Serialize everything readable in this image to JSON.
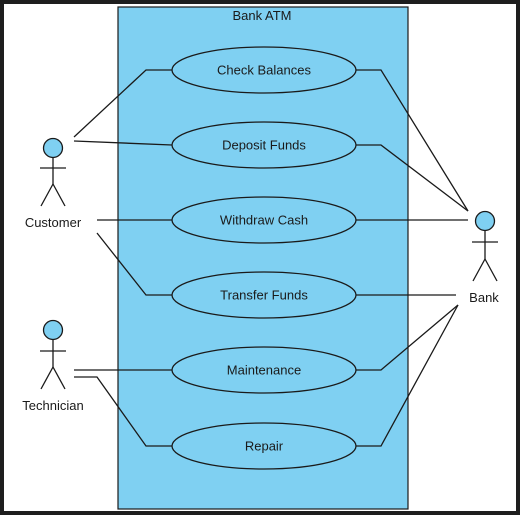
{
  "diagram": {
    "system_title": "Bank ATM",
    "actors": [
      {
        "id": "customer",
        "label": "Customer"
      },
      {
        "id": "technician",
        "label": "Technician"
      },
      {
        "id": "bank",
        "label": "Bank"
      }
    ],
    "use_cases": [
      {
        "id": "check-balances",
        "label": "Check Balances"
      },
      {
        "id": "deposit-funds",
        "label": "Deposit Funds"
      },
      {
        "id": "withdraw-cash",
        "label": "Withdraw Cash"
      },
      {
        "id": "transfer-funds",
        "label": "Transfer Funds"
      },
      {
        "id": "maintenance",
        "label": "Maintenance"
      },
      {
        "id": "repair",
        "label": "Repair"
      }
    ],
    "associations": [
      [
        "customer",
        "check-balances"
      ],
      [
        "customer",
        "deposit-funds"
      ],
      [
        "customer",
        "withdraw-cash"
      ],
      [
        "customer",
        "transfer-funds"
      ],
      [
        "technician",
        "maintenance"
      ],
      [
        "technician",
        "repair"
      ],
      [
        "bank",
        "check-balances"
      ],
      [
        "bank",
        "deposit-funds"
      ],
      [
        "bank",
        "withdraw-cash"
      ],
      [
        "bank",
        "transfer-funds"
      ],
      [
        "bank",
        "maintenance"
      ],
      [
        "bank",
        "repair"
      ]
    ],
    "colors": {
      "background": "#ffffff",
      "system_fill": "#7fd0f2",
      "use_case_fill": "#7fd0f2",
      "actor_head_fill": "#7fd0f2",
      "line": "#1a1a1a"
    }
  }
}
